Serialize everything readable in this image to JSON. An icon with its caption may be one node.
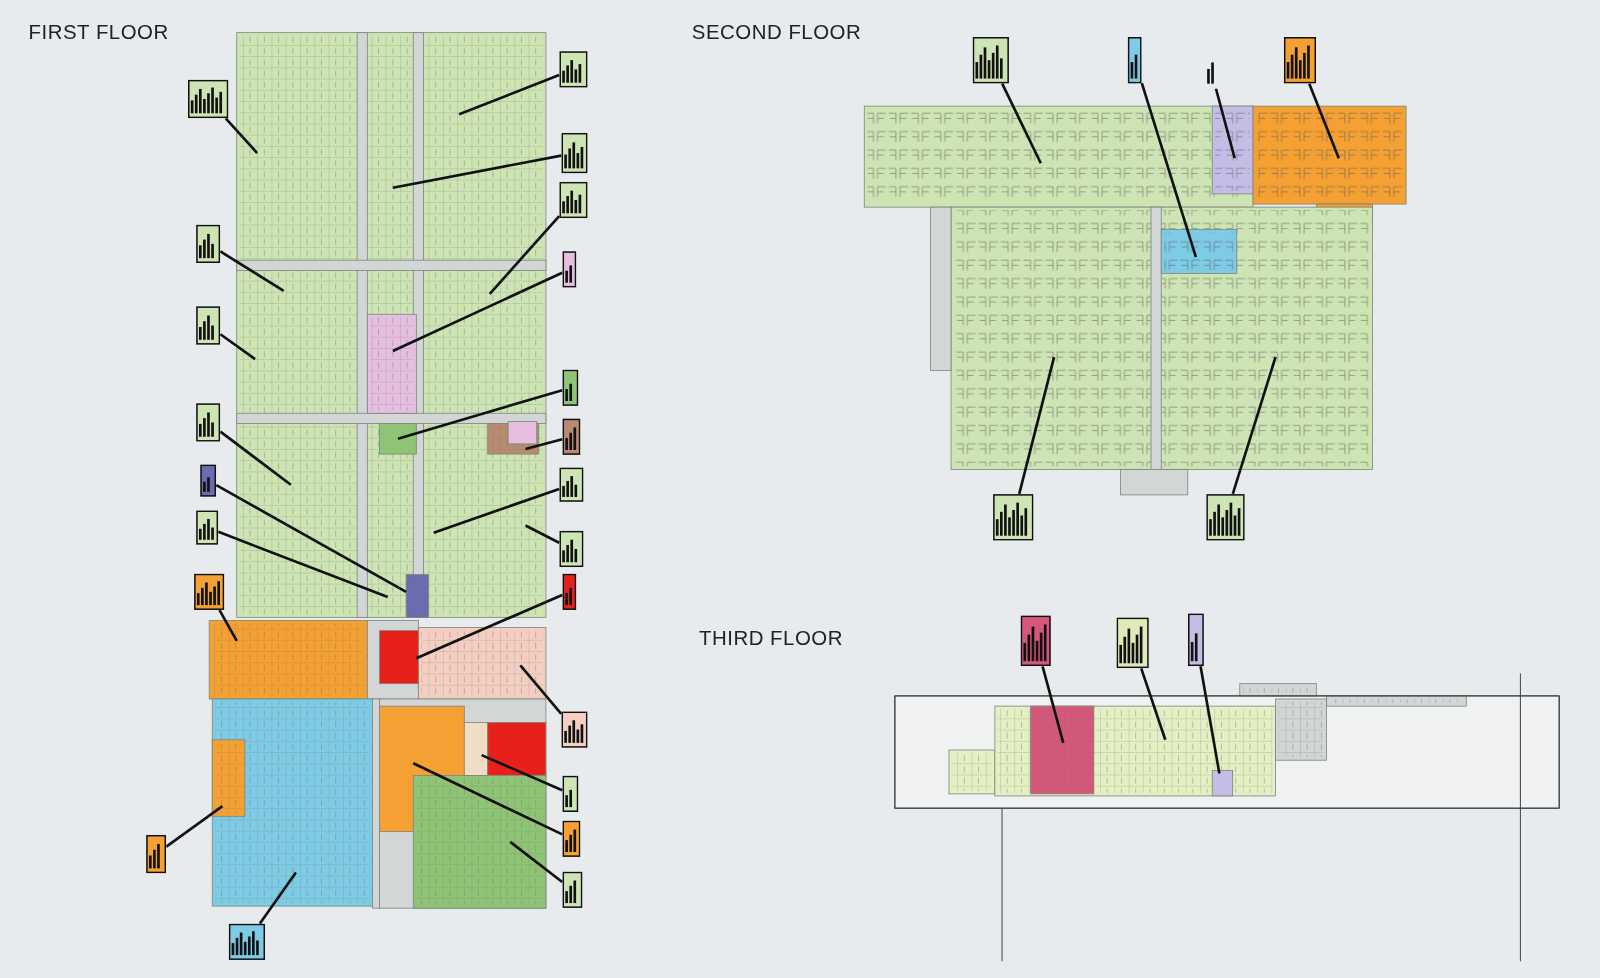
{
  "diagram": {
    "nodes": [
      {
        "text": [],
        "shape": "box"
      },
      {
        "text": [],
        "shape": "box"
      },
      {
        "text": [],
        "shape": "box"
      },
      {
        "text": [],
        "shape": "box"
      },
      {
        "text": [],
        "shape": "box"
      },
      {
        "text": [],
        "shape": "box"
      },
      {
        "text": [],
        "shape": "box"
      },
      {
        "text": [],
        "shape": "box"
      },
      {
        "text": [],
        "shape": "box"
      },
      {
        "text": [],
        "shape": "box"
      },
      {
        "text": [],
        "shape": "box"
      },
      {
        "text": [],
        "shape": "box"
      },
      {
        "text": [],
        "shape": "box"
      },
      {
        "text": [],
        "shape": "box"
      },
      {
        "text": [],
        "shape": "box"
      },
      {
        "text": [],
        "shape": "box"
      },
      {
        "text": [],
        "shape": "box"
      },
      {
        "text": [],
        "shape": "box"
      },
      {
        "text": [],
        "shape": "box"
      },
      {
        "text": [],
        "shape": "box"
      },
      {
        "text": [],
        "shape": "box"
      },
      {
        "text": [],
        "shape": "box"
      },
      {
        "text": [],
        "shape": "box"
      },
      {
        "text": [],
        "shape": "box"
      },
      {
        "text": [],
        "shape": "bar"
      },
      {
        "text": [],
        "shape": "box"
      },
      {
        "text": [],
        "shape": "box"
      },
      {
        "text": [],
        "shape": "box"
      },
      {
        "text": [],
        "shape": "box"
      },
      {
        "text": [],
        "shape": "box"
      },
      {
        "text": [],
        "shape": "box"
      }
    ],
    "edges": [
      {
        "from": 0,
        "to": null,
        "arrow": "none"
      },
      {
        "from": 1,
        "to": null,
        "arrow": "none"
      },
      {
        "from": 2,
        "to": null,
        "arrow": "none"
      },
      {
        "from": 3,
        "to": null,
        "arrow": "none"
      },
      {
        "from": 4,
        "to": null,
        "arrow": "none"
      },
      {
        "from": 5,
        "to": null,
        "arrow": "none"
      },
      {
        "from": 6,
        "to": null,
        "arrow": "none"
      },
      {
        "from": 7,
        "to": null,
        "arrow": "none"
      },
      {
        "from": 8,
        "to": null,
        "arrow": "none"
      },
      {
        "from": 9,
        "to": null,
        "arrow": "none"
      },
      {
        "from": 10,
        "to": null,
        "arrow": "none"
      },
      {
        "from": 11,
        "to": null,
        "arrow": "none"
      },
      {
        "from": 12,
        "to": null,
        "arrow": "none"
      },
      {
        "from": 13,
        "to": null,
        "arrow": "none"
      },
      {
        "from": 14,
        "to": null,
        "arrow": "none"
      },
      {
        "from": 15,
        "to": null,
        "arrow": "none"
      },
      {
        "from": 16,
        "to": null,
        "arrow": "none"
      },
      {
        "from": 17,
        "to": null,
        "arrow": "none"
      },
      {
        "from": 18,
        "to": null,
        "arrow": "none"
      },
      {
        "from": 19,
        "to": null,
        "arrow": "none"
      },
      {
        "from": 20,
        "to": null,
        "arrow": "none"
      },
      {
        "from": 21,
        "to": null,
        "arrow": "none"
      },
      {
        "from": 22,
        "to": null,
        "arrow": "none"
      },
      {
        "from": 23,
        "to": null,
        "arrow": "none"
      },
      {
        "from": 24,
        "to": null,
        "arrow": "none"
      },
      {
        "from": 25,
        "to": null,
        "arrow": "none"
      },
      {
        "from": 26,
        "to": null,
        "arrow": "none"
      },
      {
        "from": 27,
        "to": null,
        "arrow": "none"
      },
      {
        "from": 28,
        "to": null,
        "arrow": "none"
      },
      {
        "from": 29,
        "to": null,
        "arrow": "none"
      },
      {
        "from": 30,
        "to": null,
        "arrow": "none"
      }
    ],
    "labels": [
      "FIRST FLOOR",
      "SECOND FLOOR",
      "THIRD FLOOR"
    ]
  }
}
